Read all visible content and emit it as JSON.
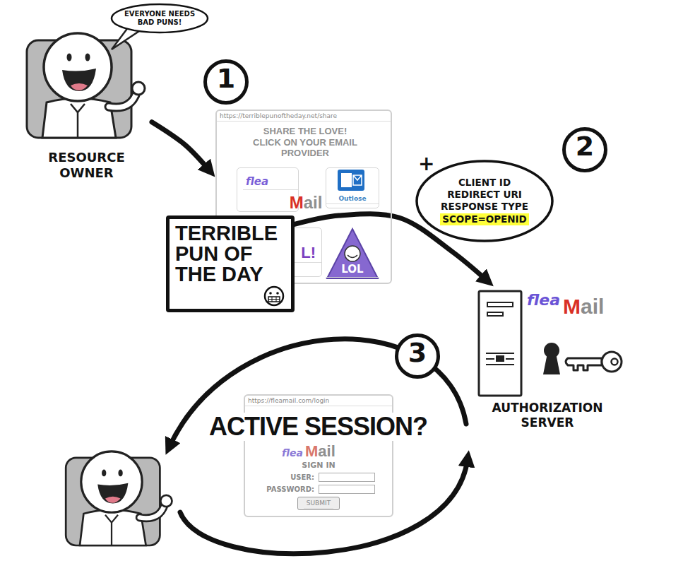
{
  "diagram": {
    "nodes": [
      {
        "text": [
          "EVERYONE NEEDS BAD PUNS!"
        ]
      },
      {
        "text": [
          "RESOURCE OWNER"
        ]
      },
      {
        "text": [
          "https://terriblepunoftheday.net/share",
          "SHARE THE LOVE! CLICK ON YOUR EMAIL PROVIDER"
        ]
      },
      {
        "text": [
          "flea",
          "Mail"
        ],
        "in": 2
      },
      {
        "text": [
          "Outlose"
        ],
        "in": 2
      },
      {
        "text": [
          "L!"
        ],
        "in": 2
      },
      {
        "text": [
          "LOL"
        ],
        "in": 2
      },
      {
        "text": [
          "TERRIBLE PUN OF THE DAY"
        ]
      },
      {
        "text": [
          "CLIENT ID",
          "REDIRECT URI",
          "RESPONSE TYPE",
          "SCOPE=OPENID"
        ]
      },
      {
        "text": [
          "flea",
          "Mail",
          "AUTHORIZATION SERVER"
        ]
      },
      {
        "text": [
          "https://fleamail.com/login",
          "flea",
          "Mail",
          "SIGN IN",
          "USER:",
          "PASSWORD:"
        ]
      },
      {
        "text": [
          "SUBMIT"
        ],
        "in": 10
      }
    ],
    "edges": [
      {
        "from": 1,
        "to": 2,
        "arrow": "to"
      },
      {
        "from": 7,
        "to": 9,
        "arrow": "to"
      }
    ],
    "labels": [
      "1",
      "+",
      "2",
      "ACTIVE SESSION?",
      "3"
    ]
  }
}
